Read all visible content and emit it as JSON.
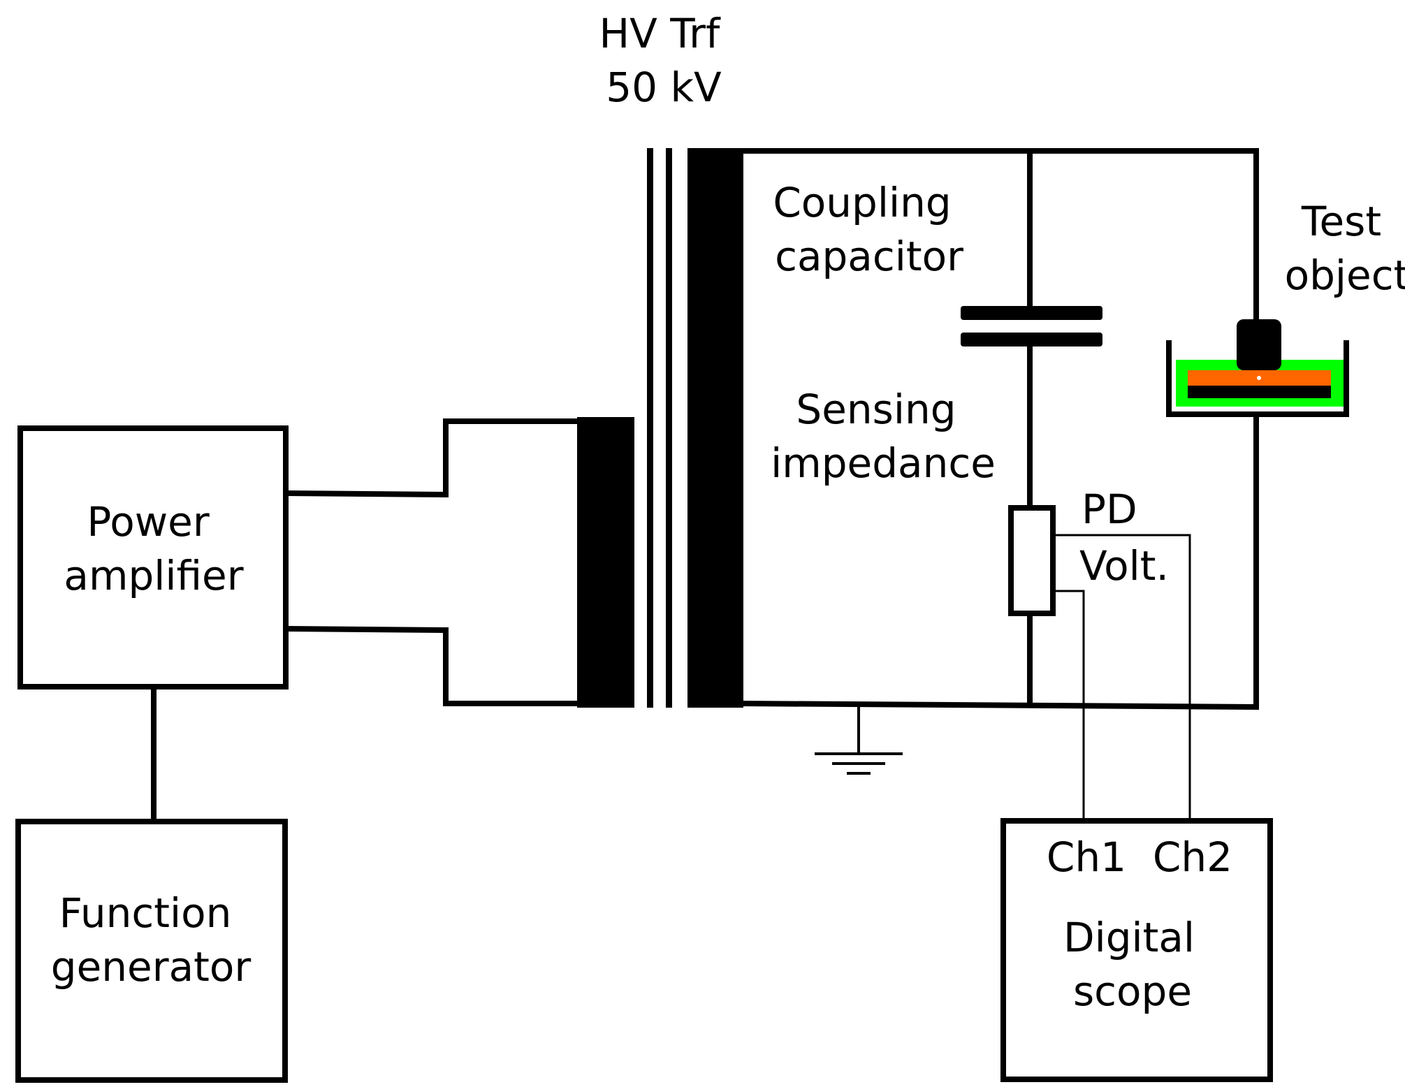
{
  "labels": {
    "hv_trf_line1": "HV Trf",
    "hv_trf_line2": "50 kV",
    "coupling_line1": "Coupling",
    "coupling_line2": "capacitor",
    "sensing_line1": "Sensing",
    "sensing_line2": "impedance",
    "test_line1": "Test",
    "test_line2": "object",
    "pd": "PD",
    "volt": "Volt.",
    "power_line1": "Power",
    "power_line2": "amplifier",
    "function_line1": "Function",
    "function_line2": "generator",
    "ch1": "Ch1",
    "ch2": "Ch2",
    "scope_line1": "Digital",
    "scope_line2": "scope"
  },
  "colors": {
    "wire": "#000000",
    "electrode_bar": "#ff6600",
    "dielectric_bath": "#00ff00",
    "background": "#ffffff"
  }
}
